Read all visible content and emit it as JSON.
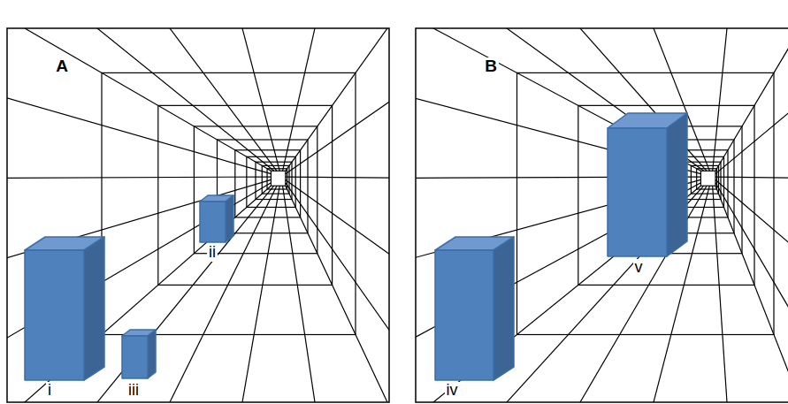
{
  "diagram": {
    "labels": [
      "A",
      "i",
      "ii",
      "iii",
      "B",
      "iv",
      "v"
    ]
  }
}
